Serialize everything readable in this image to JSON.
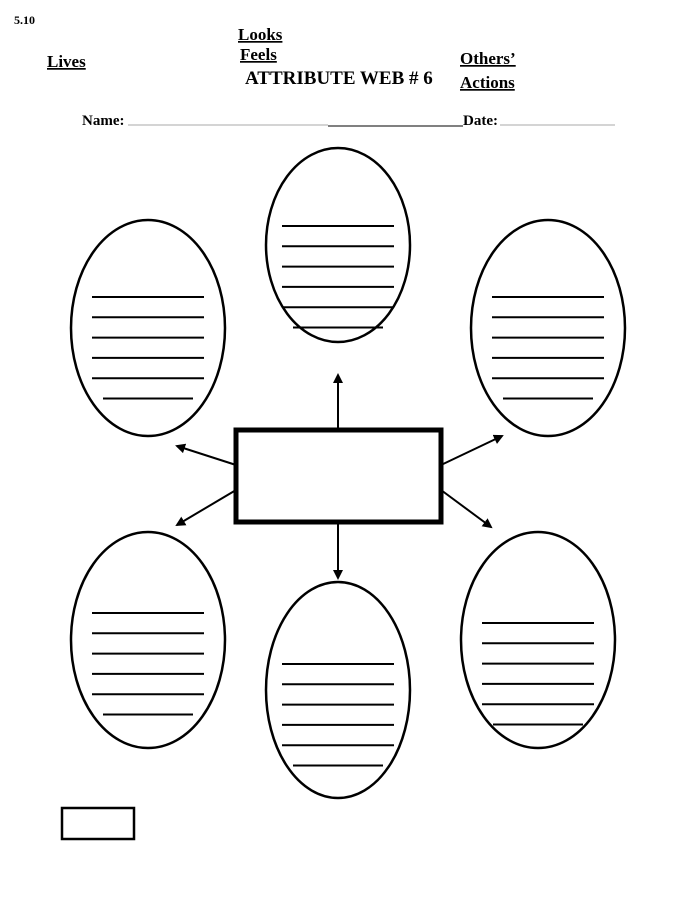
{
  "page_number": "5.10",
  "title": "ATTRIBUTE WEB # 6",
  "labels": {
    "lives": "Lives",
    "looks": "Looks",
    "feels": "Feels",
    "others": "Others’",
    "actions": "Actions"
  },
  "fields": {
    "name_label": "Name:",
    "date_label": "Date:"
  }
}
